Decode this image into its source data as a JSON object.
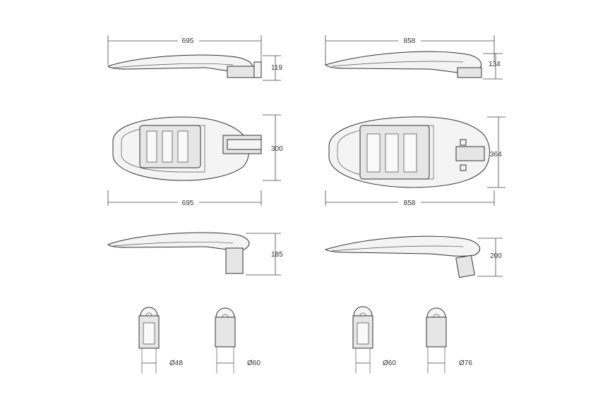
{
  "dimensions": {
    "small_top_width": "695",
    "small_top_height": "119",
    "small_plan_height": "300",
    "small_plan_width": "695",
    "small_side_height": "185",
    "large_top_width": "858",
    "large_top_height": "134",
    "large_plan_height": "364",
    "large_plan_width": "858",
    "large_side_height": "200"
  },
  "pole_diameters": [
    "Ø48",
    "Ø60",
    "Ø60",
    "Ø76"
  ]
}
